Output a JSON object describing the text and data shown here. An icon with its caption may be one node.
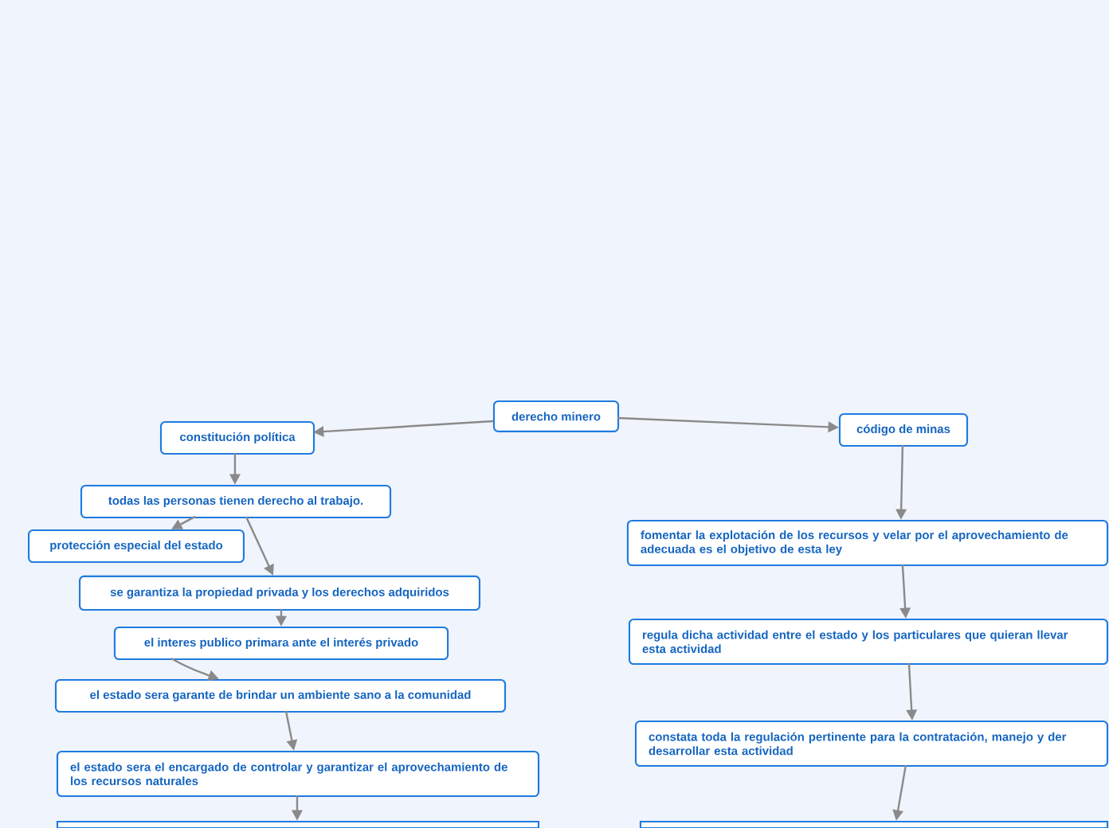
{
  "diagram": {
    "nodes": [
      {
        "text": [
          "derecho minero"
        ]
      },
      {
        "text": [
          "constitución política"
        ]
      },
      {
        "text": [
          "todas las personas tienen derecho al trabajo."
        ]
      },
      {
        "text": [
          "protección especial del estado"
        ]
      },
      {
        "text": [
          "se garantiza la propiedad privada y los derechos adquiridos"
        ]
      },
      {
        "text": [
          "el interes publico primara ante el interés privado"
        ]
      },
      {
        "text": [
          "el estado sera garante de brindar un ambiente sano a la comunidad"
        ]
      },
      {
        "text": [
          "el estado sera el encargado de controlar y garantizar el aprovechamiento de los recursos naturales"
        ]
      },
      {
        "text": [],
        "shape": "box"
      },
      {
        "text": [
          "código de minas"
        ]
      },
      {
        "text": [
          "fomentar la explotación de los recursos y velar por el aprovechamiento de adecuada es el objetivo de esta ley"
        ]
      },
      {
        "text": [
          "regula dicha actividad entre el estado y los particulares que quieran llevar esta actividad"
        ]
      },
      {
        "text": [
          "constata toda la regulación pertinente para la contratación, manejo y der desarrollar esta actividad"
        ]
      },
      {
        "text": [],
        "shape": "box"
      }
    ],
    "edges": [
      {
        "from": 0,
        "to": 1,
        "arrow": "to"
      },
      {
        "from": 0,
        "to": 9,
        "arrow": "to"
      },
      {
        "from": 1,
        "to": 2,
        "arrow": "to"
      },
      {
        "from": 2,
        "to": 3,
        "arrow": "to"
      },
      {
        "from": 2,
        "to": 4,
        "arrow": "to"
      },
      {
        "from": 4,
        "to": 5,
        "arrow": "to"
      },
      {
        "from": 5,
        "to": 6,
        "arrow": "to"
      },
      {
        "from": 6,
        "to": 7,
        "arrow": "to"
      },
      {
        "from": 7,
        "to": 8,
        "arrow": "to"
      },
      {
        "from": 9,
        "to": 10,
        "arrow": "to"
      },
      {
        "from": 10,
        "to": 11,
        "arrow": "to"
      },
      {
        "from": 11,
        "to": 12,
        "arrow": "to"
      },
      {
        "from": 12,
        "to": 13,
        "arrow": "to"
      }
    ]
  }
}
